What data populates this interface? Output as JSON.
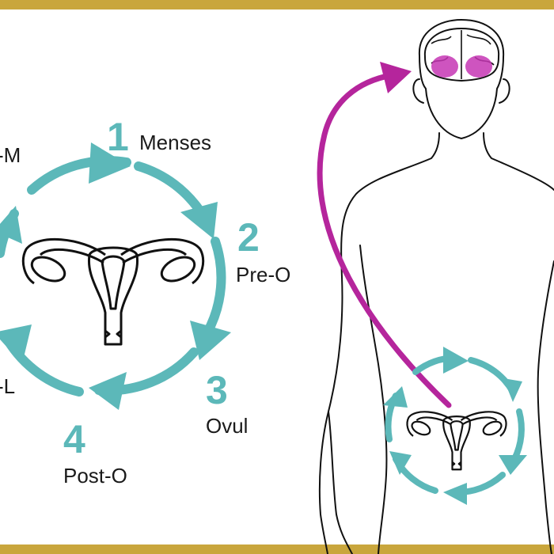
{
  "colors": {
    "border": "#c9a63c",
    "cycle": "#5cb8b9",
    "brain_arrow": "#b5259c",
    "brain_region": "#c636b4",
    "outline": "#111111"
  },
  "phases": [
    {
      "number": "1",
      "label": "Menses"
    },
    {
      "number": "2",
      "label": "Pre-O"
    },
    {
      "number": "3",
      "label": "Ovul"
    },
    {
      "number": "4",
      "label": "Post-O"
    },
    {
      "number": "",
      "label": "-L"
    },
    {
      "number": "",
      "label": "-M"
    }
  ],
  "icons": {
    "uterus_main": "uterus-icon",
    "uterus_small": "uterus-icon",
    "brain": "brain-icon",
    "body": "human-silhouette"
  }
}
